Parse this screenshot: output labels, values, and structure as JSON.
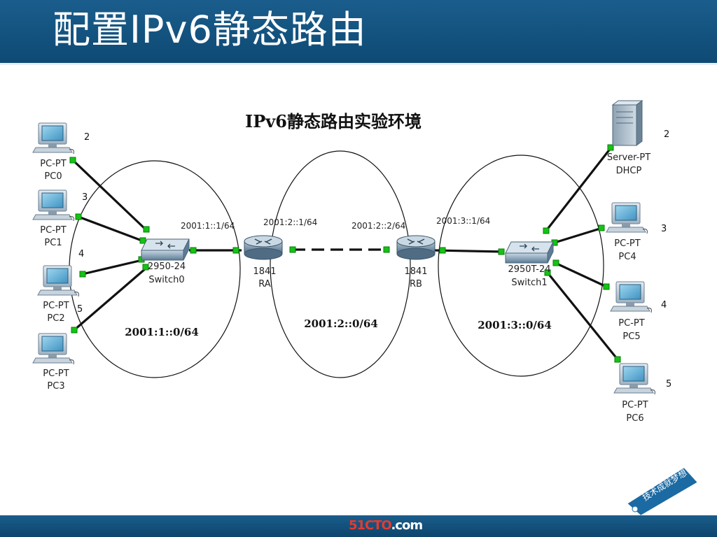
{
  "slide_title": "配置IPv6静态路由",
  "diagram": {
    "title": "IPv6静态路由实验环境",
    "networks": [
      "2001:1::0/64",
      "2001:2::0/64",
      "2001:3::0/64"
    ],
    "interfaces": {
      "ra_left": "2001:1::1/64",
      "ra_right": "2001:2::1/64",
      "rb_left": "2001:2::2/64",
      "rb_right": "2001:3::1/64"
    },
    "devices": {
      "pc0": {
        "type": "PC-PT",
        "name": "PC0",
        "port": "2"
      },
      "pc1": {
        "type": "PC-PT",
        "name": "PC1",
        "port": "3"
      },
      "pc2": {
        "type": "PC-PT",
        "name": "PC2",
        "port": "4"
      },
      "pc3": {
        "type": "PC-PT",
        "name": "PC3",
        "port": "5"
      },
      "switch0": {
        "model": "2950-24",
        "name": "Switch0"
      },
      "ra": {
        "model": "1841",
        "name": "RA"
      },
      "rb": {
        "model": "1841",
        "name": "RB"
      },
      "switch1": {
        "model": "2950T-24",
        "name": "Switch1"
      },
      "server": {
        "type": "Server-PT",
        "name": "DHCP",
        "port": "2"
      },
      "pc4": {
        "type": "PC-PT",
        "name": "PC4",
        "port": "3"
      },
      "pc5": {
        "type": "PC-PT",
        "name": "PC5",
        "port": "4"
      },
      "pc6": {
        "type": "PC-PT",
        "name": "PC6",
        "port": "5"
      }
    }
  },
  "footer": {
    "logo_main": "51CTO",
    "logo_suffix": ".com"
  },
  "badge": {
    "text": "技术成就梦想"
  },
  "colors": {
    "header": "#14558a",
    "link_light": "#2ee62e",
    "link_dark": "#0a7a0a",
    "cable": "#111111"
  }
}
